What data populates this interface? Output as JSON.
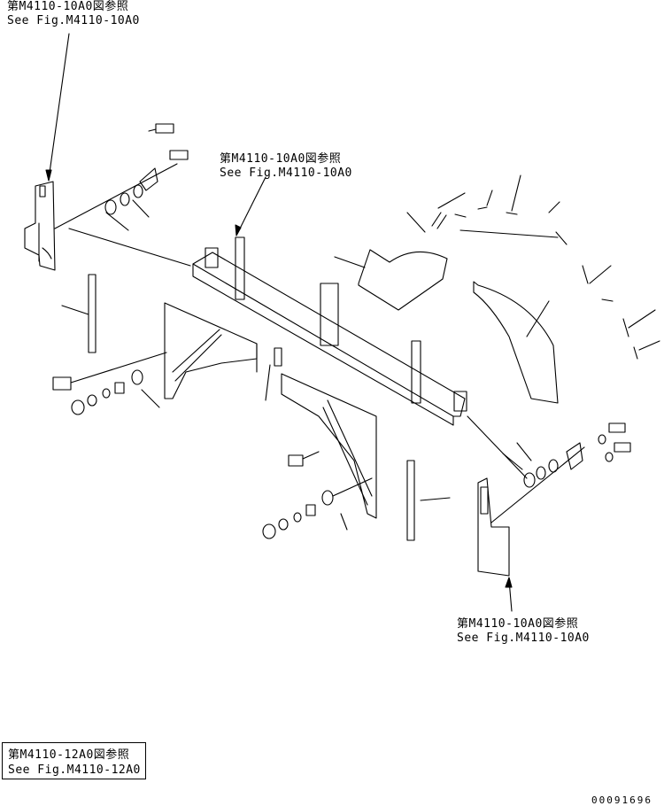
{
  "callouts": [
    {
      "jp": "第M4110-10A0図参照",
      "en": "See Fig.M4110-10A0"
    },
    {
      "jp": "第M4110-10A0図参照",
      "en": "See Fig.M4110-10A0"
    },
    {
      "jp": "第M4110-10A0図参照",
      "en": "See Fig.M4110-10A0"
    }
  ],
  "reference_box": {
    "jp": "第M4110-12A0図参照",
    "en": "See Fig.M4110-12A0"
  },
  "drawing_number": "00091696"
}
